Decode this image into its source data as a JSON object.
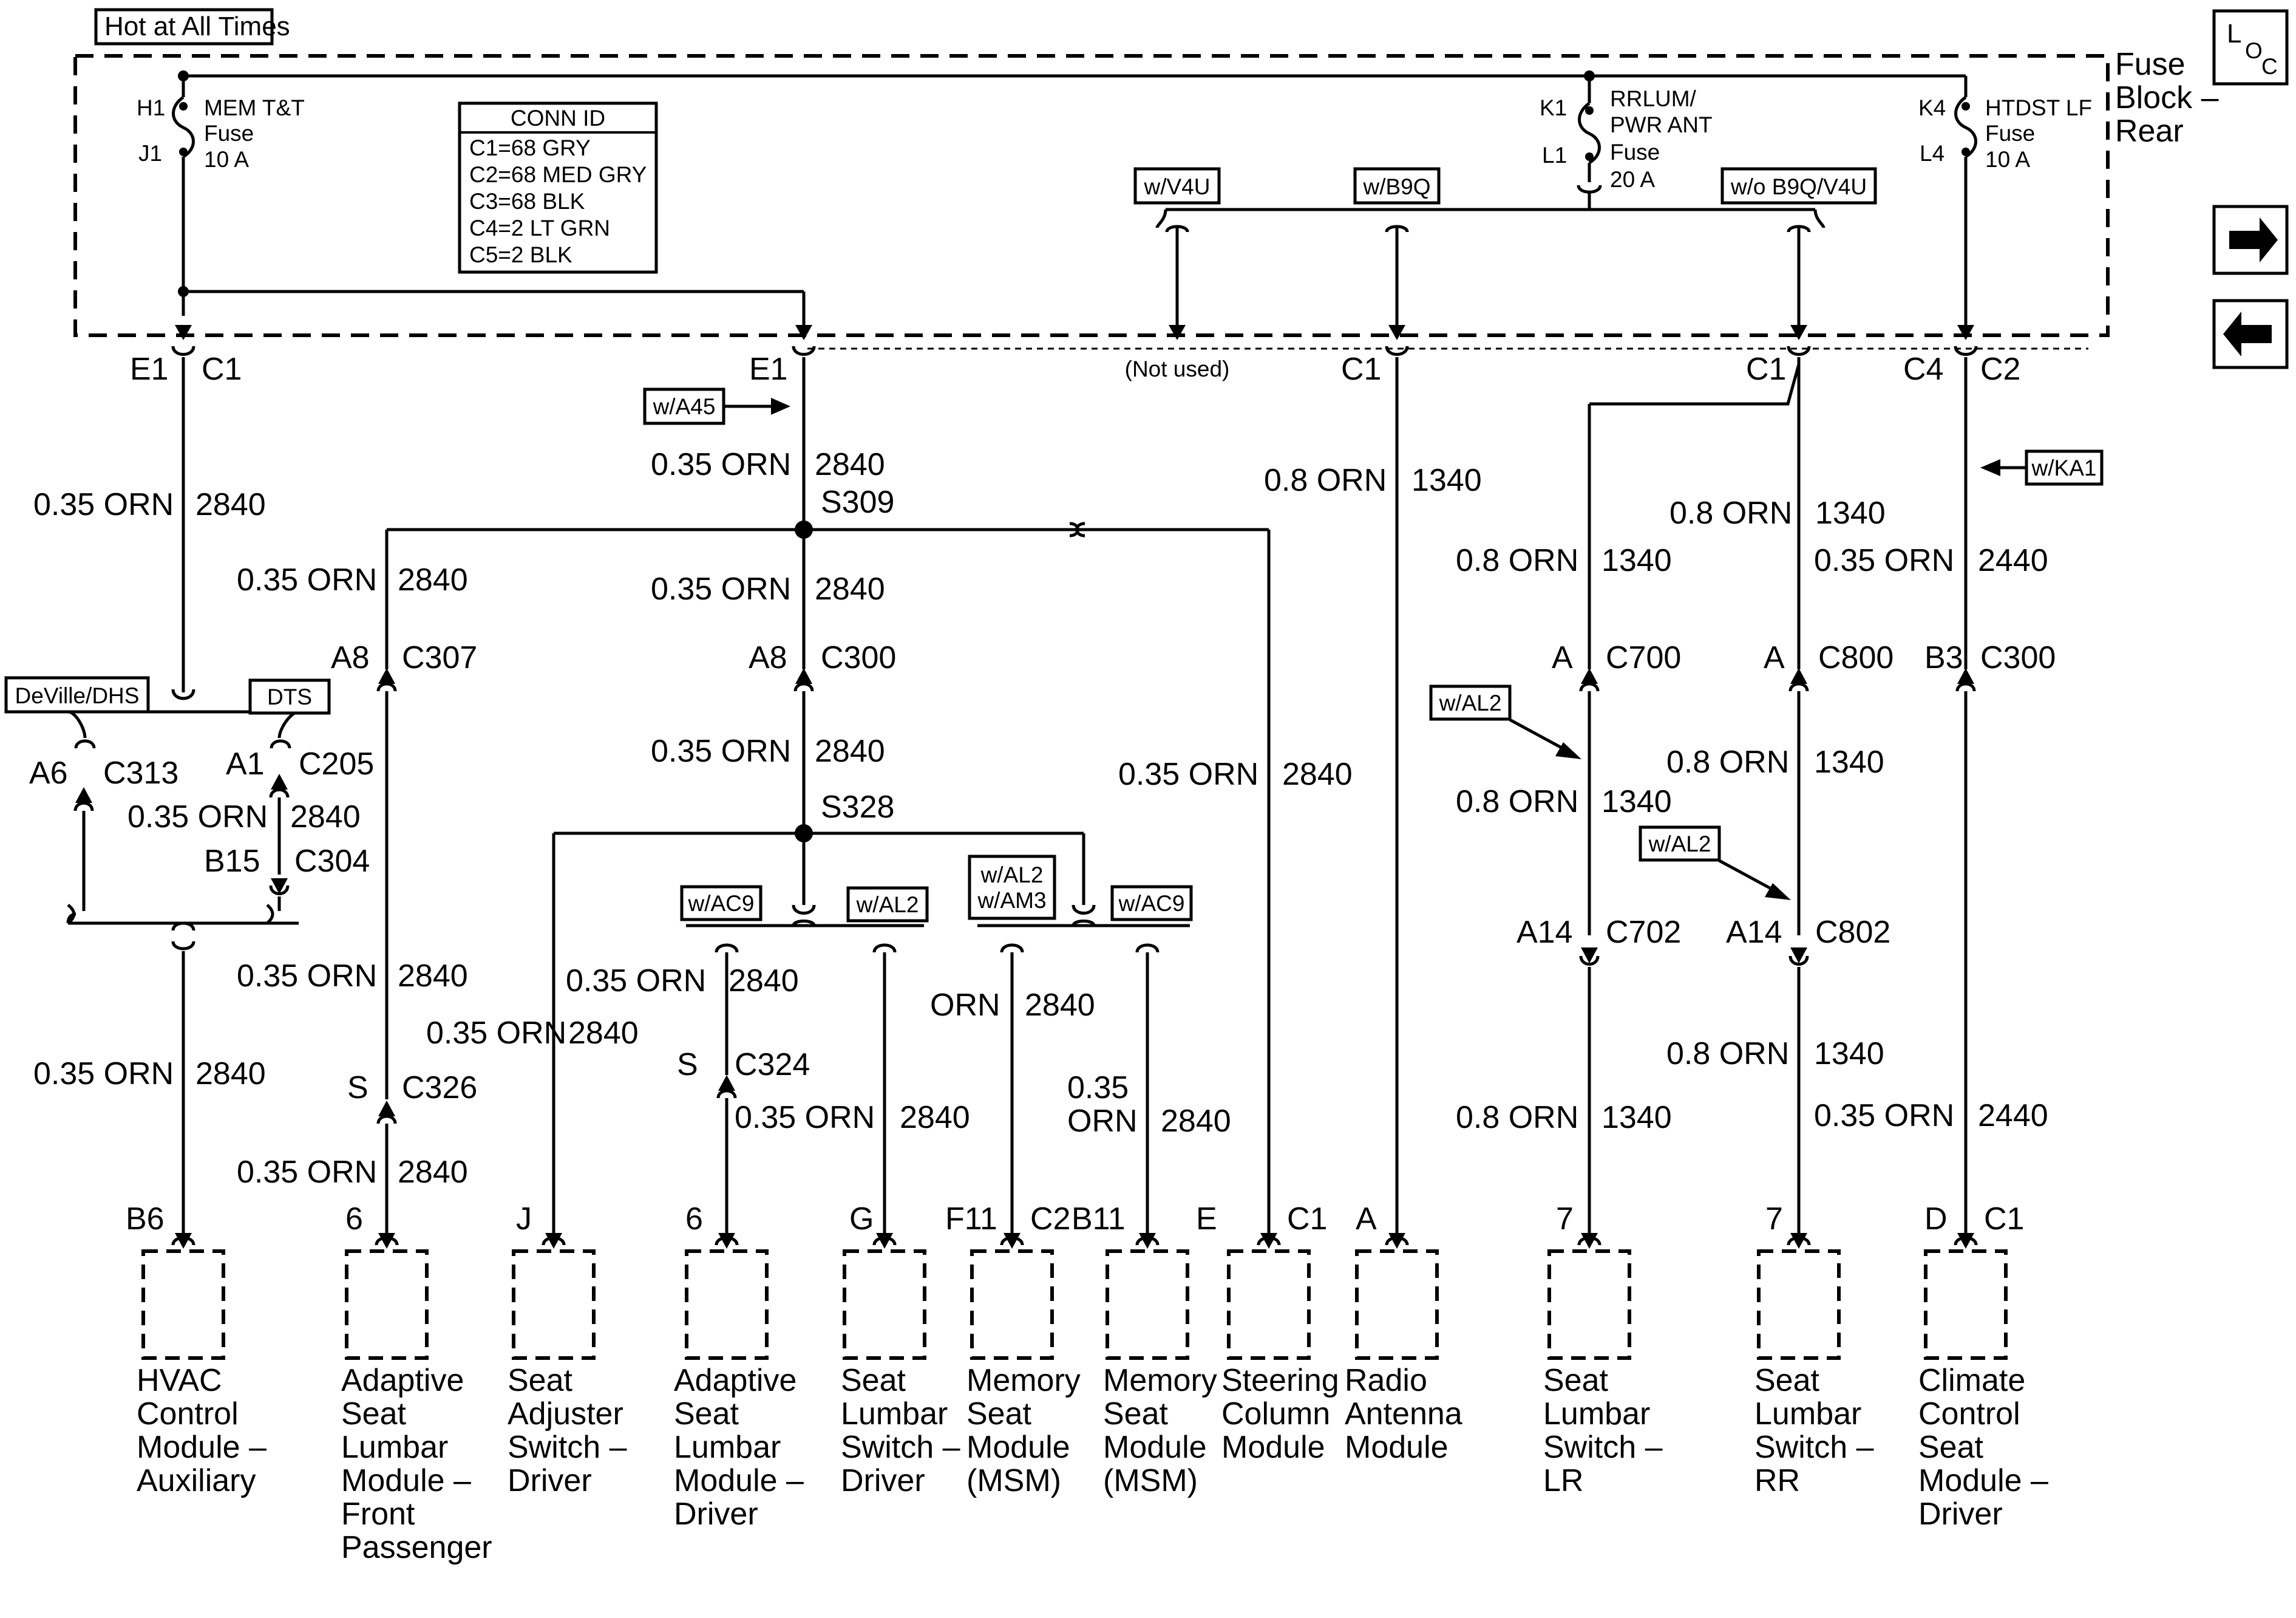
{
  "header": {
    "hot_label": "Hot at All Times",
    "fuse_block_line1": "Fuse",
    "fuse_block_line2": "Block –",
    "fuse_block_line3": "Rear",
    "loc_l": "L",
    "loc_o": "O",
    "loc_c": "C"
  },
  "conn_id": {
    "title": "CONN ID",
    "rows": [
      "C1=68 GRY",
      "C2=68 MED GRY",
      "C3=68 BLK",
      "C4=2 LT GRN",
      "C5=2 BLK"
    ]
  },
  "fuses": {
    "mem": {
      "top_pin": "H1",
      "bottom_pin": "J1",
      "line1": "MEM T&T",
      "line2": "Fuse",
      "line3": "10 A"
    },
    "rrlum": {
      "top_pin": "K1",
      "bottom_pin": "L1",
      "line1": "RRLUM/",
      "line2": "PWR ANT",
      "line3": "Fuse",
      "line4": "20 A"
    },
    "htdst": {
      "top_pin": "K4",
      "bottom_pin": "L4",
      "line1": "HTDST LF",
      "line2": "Fuse",
      "line3": "10 A"
    }
  },
  "options": {
    "v4u": "w/V4U",
    "b9q": "w/B9Q",
    "wo_b9q": "w/o B9Q/V4U",
    "a45": "w/A45",
    "ka1": "w/KA1",
    "deville": "DeVille/DHS",
    "dts": "DTS",
    "ac9_left": "w/AC9",
    "al2_mid": "w/AL2",
    "al2_am3_line1": "w/AL2",
    "al2_am3_line2": "w/AM3",
    "ac9_right": "w/AC9",
    "al2_lr": "w/AL2",
    "al2_rr": "w/AL2",
    "not_used": "(Not used)"
  },
  "pins": {
    "e1_a": "E1",
    "c1_a": "C1",
    "e1_b": "E1",
    "c1_radio": "C1",
    "c1_wo": "C1",
    "c4": "C4",
    "c2": "C2",
    "a8_1": "A8",
    "c307": "C307",
    "a8_2": "A8",
    "c300_a": "C300",
    "a6": "A6",
    "c313": "C313",
    "a1": "A1",
    "c205": "C205",
    "b15": "B15",
    "c304": "C304",
    "s309": "S309",
    "s328": "S328",
    "s_c326": "S",
    "c326": "C326",
    "s_c324": "S",
    "c324": "C324",
    "a_c700": "A",
    "c700": "C700",
    "a_c800": "A",
    "c800": "C800",
    "b3": "B3",
    "c300_b": "C300",
    "a14_1": "A14",
    "c702": "C702",
    "a14_2": "A14",
    "c802": "C802"
  },
  "wires": {
    "w_left_1_size": "0.35 ORN",
    "w_left_1_num": "2840",
    "w_e1b_size": "0.35 ORN",
    "w_e1b_num": "2840",
    "w_radio_size": "0.8 ORN",
    "w_radio_num": "1340",
    "w_c1_size": "0.8 ORN",
    "w_c1_num": "1340",
    "w_lr1_size": "0.8 ORN",
    "w_lr1_num": "1340",
    "w_rr1_size": "0.35 ORN",
    "w_rr1_num": "2440",
    "w_asp_size": "0.35 ORN",
    "w_asp_num": "2840",
    "w_mid1_size": "0.35 ORN",
    "w_mid1_num": "2840",
    "w_mid2_size": "0.35 ORN",
    "w_mid2_num": "2840",
    "w_c205_size": "0.35 ORN",
    "w_c205_num": "2840",
    "w_steer_size": "0.35 ORN",
    "w_steer_num": "2840",
    "w_rrlum_mid_size": "0.8 ORN",
    "w_rrlum_mid_num": "1340",
    "w_lr2_size": "0.8 ORN",
    "w_lr2_num": "1340",
    "w_asp2_size": "0.35 ORN",
    "w_asp2_num": "2840",
    "w_asp3_size": "0.35 ORN",
    "w_asp3_num": "2840",
    "w_hvac_size": "0.35 ORN",
    "w_hvac_num": "2840",
    "w_seatadj_size": "0.35 ORN",
    "w_seatadj_num": "2840",
    "w_asd_size": "0.35 ORN",
    "w_asd_num": "2840",
    "w_asd2_size": "0.35 ORN",
    "w_asd2_num": "2840",
    "w_msm1_size": "ORN",
    "w_msm1_num": "2840",
    "w_msm2_size_1": "0.35",
    "w_msm2_size_2": "ORN",
    "w_msm2_num": "2840",
    "w_rr2_size": "0.8 ORN",
    "w_rr2_num": "1340",
    "w_lr3_size": "0.8 ORN",
    "w_lr3_num": "1340",
    "w_clim_size": "0.35 ORN",
    "w_clim_num": "2440"
  },
  "components": [
    {
      "pin": "B6",
      "pin2": "",
      "lines": [
        "HVAC",
        "Control",
        "Module –",
        "Auxiliary"
      ]
    },
    {
      "pin": "6",
      "pin2": "",
      "lines": [
        "Adaptive",
        "Seat",
        "Lumbar",
        "Module –",
        "Front",
        "Passenger"
      ]
    },
    {
      "pin": "J",
      "pin2": "",
      "lines": [
        "Seat",
        "Adjuster",
        "Switch –",
        "Driver"
      ]
    },
    {
      "pin": "6",
      "pin2": "",
      "lines": [
        "Adaptive",
        "Seat",
        "Lumbar",
        "Module –",
        "Driver"
      ]
    },
    {
      "pin": "G",
      "pin2": "",
      "lines": [
        "Seat",
        "Lumbar",
        "Switch –",
        "Driver"
      ]
    },
    {
      "pin": "F11",
      "pin2": "C2",
      "lines": [
        "Memory",
        "Seat",
        "Module",
        "(MSM)"
      ]
    },
    {
      "pin": "B11",
      "pin2": "",
      "lines": [
        "Memory",
        "Seat",
        "Module",
        "(MSM)"
      ]
    },
    {
      "pin": "E",
      "pin2": "C1",
      "lines": [
        "Steering",
        "Column",
        "Module"
      ]
    },
    {
      "pin": "A",
      "pin2": "",
      "lines": [
        "Radio",
        "Antenna",
        "Module"
      ]
    },
    {
      "pin": "7",
      "pin2": "",
      "lines": [
        "Seat",
        "Lumbar",
        "Switch –",
        "LR"
      ]
    },
    {
      "pin": "7",
      "pin2": "",
      "lines": [
        "Seat",
        "Lumbar",
        "Switch –",
        "RR"
      ]
    },
    {
      "pin": "D",
      "pin2": "C1",
      "lines": [
        "Climate",
        "Control",
        "Seat",
        "Module –",
        "Driver"
      ]
    }
  ]
}
